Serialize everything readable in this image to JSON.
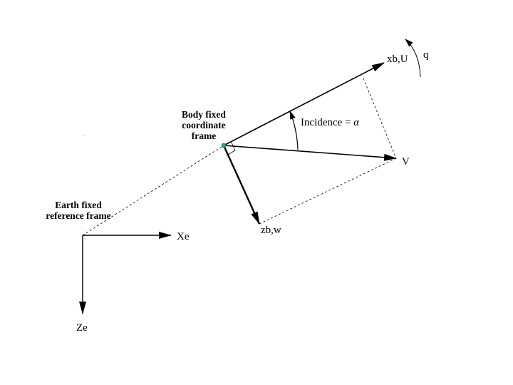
{
  "labels": {
    "body_frame": [
      "Body fixed",
      "coordinate",
      "frame"
    ],
    "earth_frame": [
      "Earth fixed",
      "reference frame"
    ],
    "xb_u": "xb,U",
    "q": "q",
    "incidence": "Incidence = ",
    "alpha": "α",
    "v": "V",
    "zb_w": "zb,w",
    "xe": "Xe",
    "ze": "Ze"
  },
  "colors": {
    "ink": "#000000",
    "origin_dot": "#2e9e8e",
    "background": "#ffffff"
  }
}
